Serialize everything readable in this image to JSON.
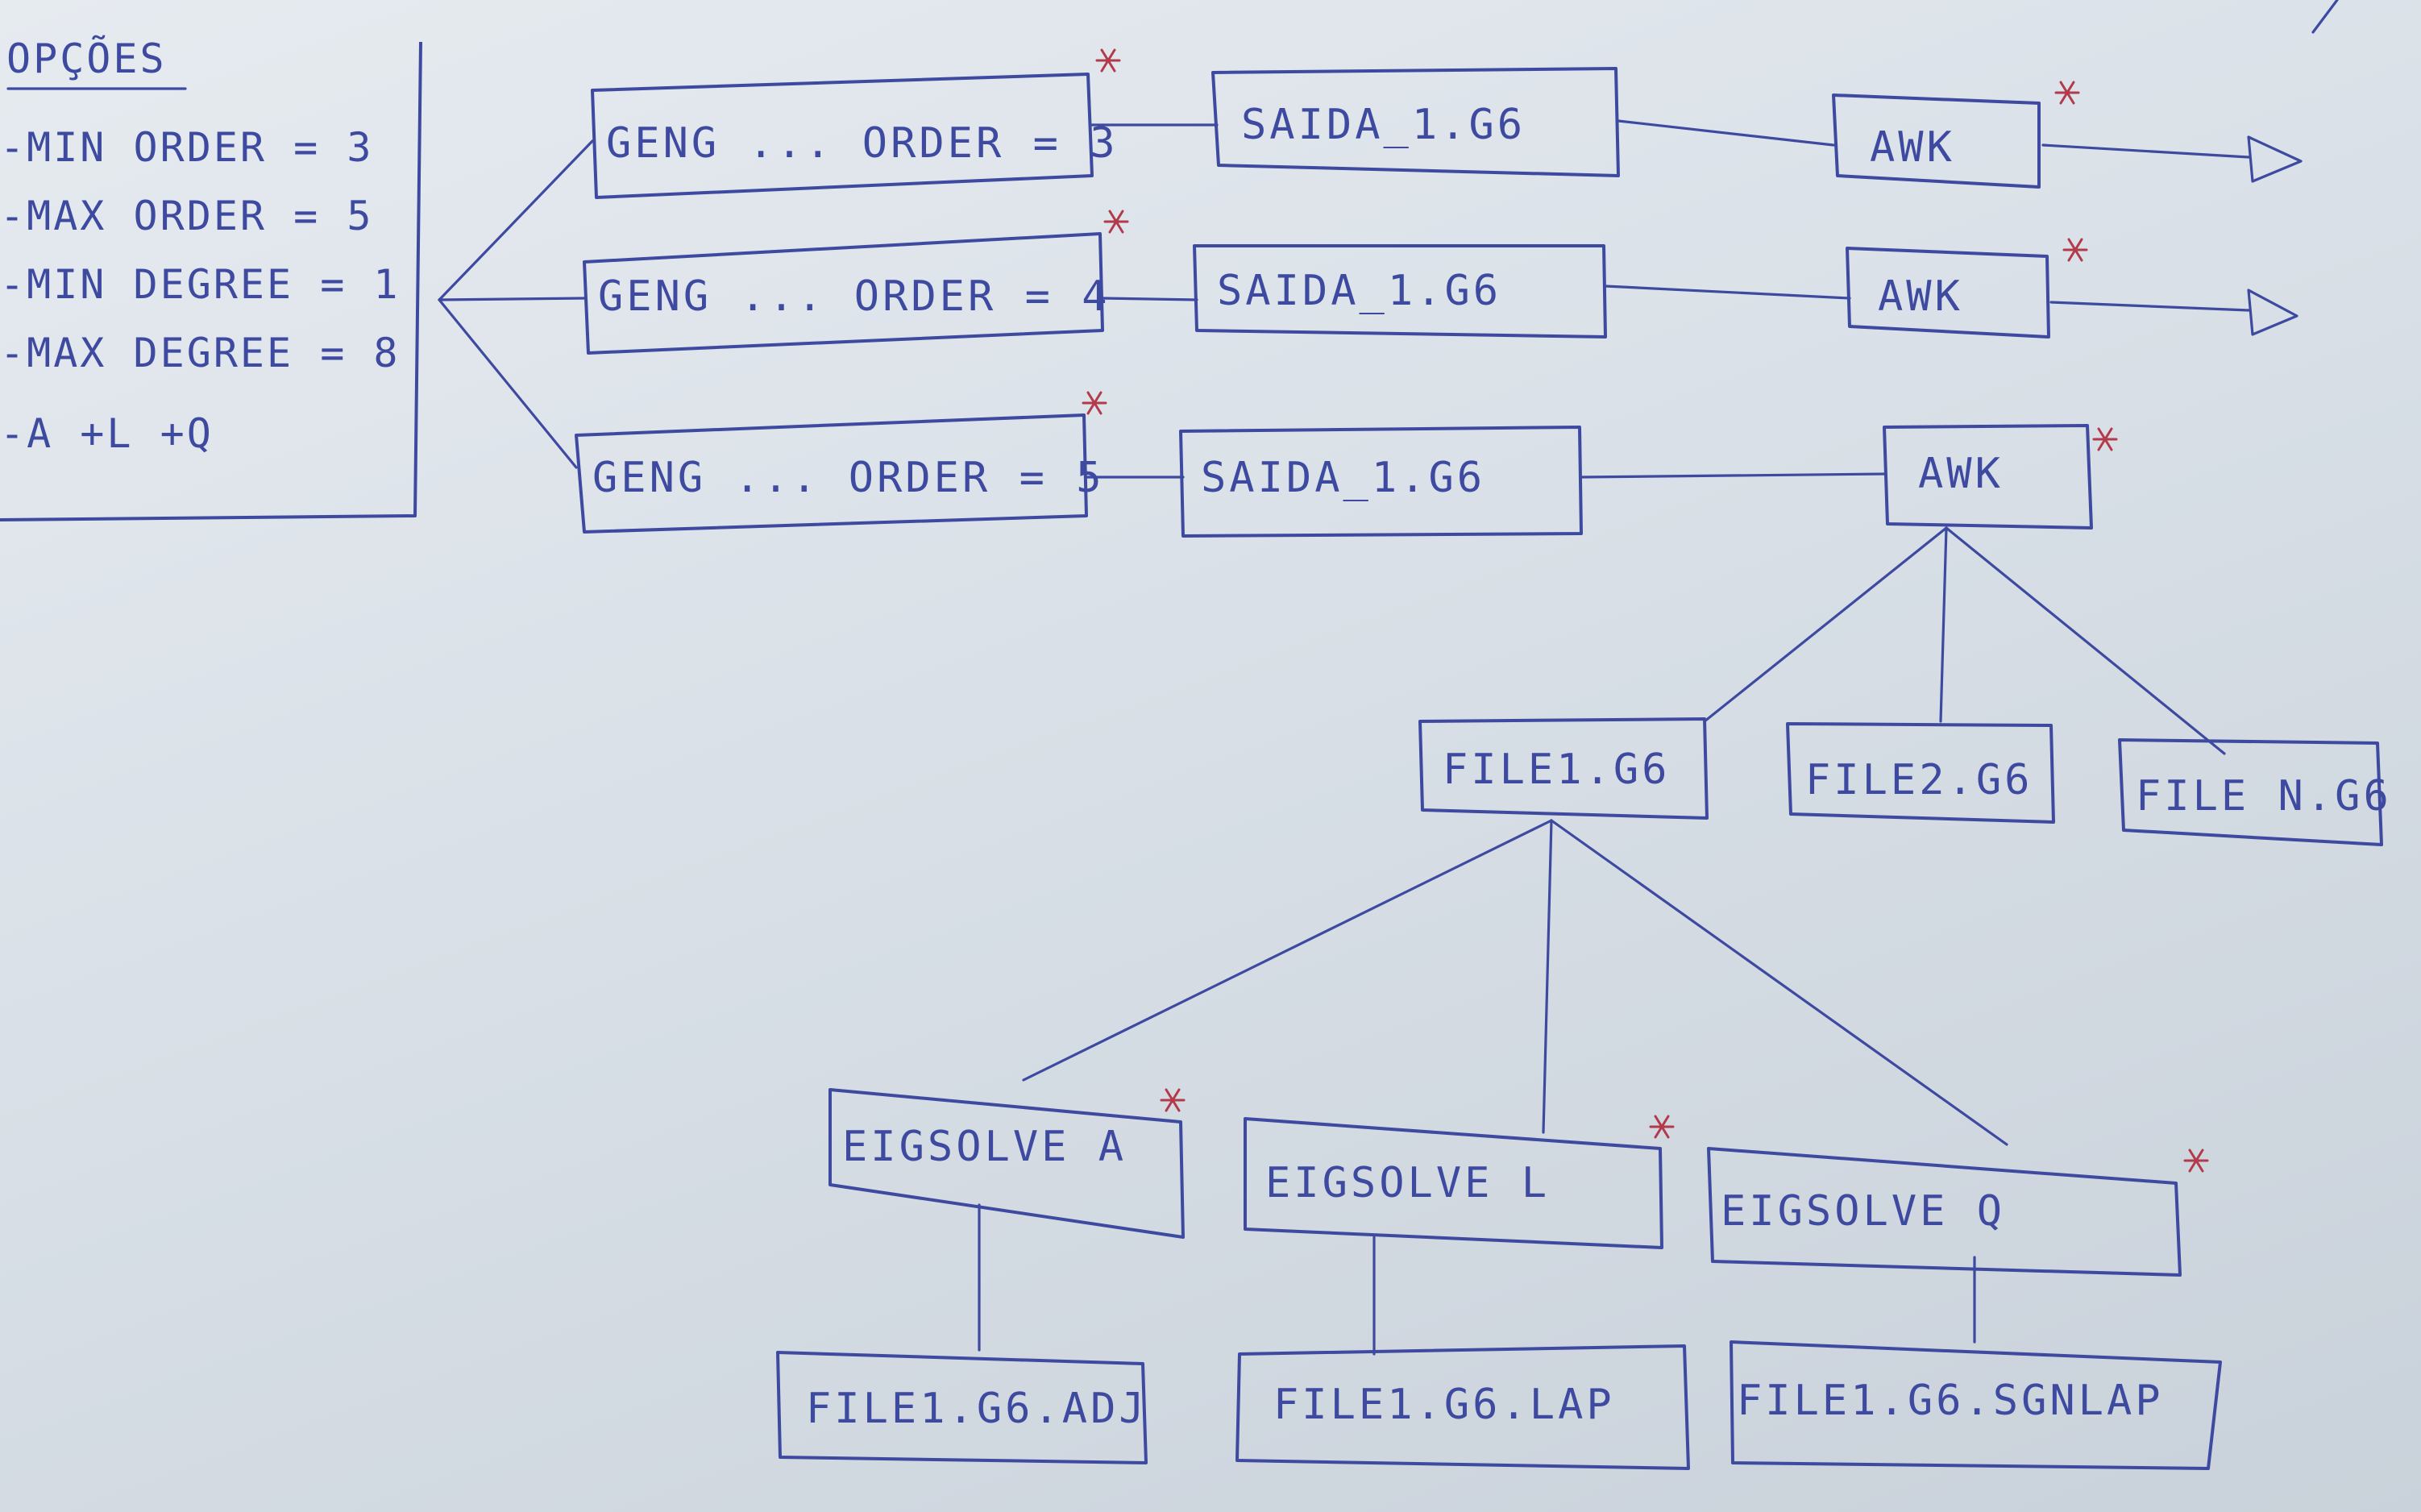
{
  "options": {
    "title": "OPÇÕES",
    "items": [
      "-MIN ORDER = 3",
      "-MAX ORDER = 5",
      "-MIN DEGREE = 1",
      "-MAX DEGREE = 8",
      "-A +L +Q"
    ]
  },
  "pipeline": {
    "rows": [
      {
        "geng": "GENG ... ORDER = 3",
        "saida": "SAIDA_1.G6",
        "awk": "AWK"
      },
      {
        "geng": "GENG ... ORDER = 4",
        "saida": "SAIDA_1.G6",
        "awk": "AWK"
      },
      {
        "geng": "GENG ... ORDER = 5",
        "saida": "SAIDA_1.G6",
        "awk": "AWK"
      }
    ]
  },
  "files": [
    "FILE1.G6",
    "FILE2.G6",
    "FILE N.G6"
  ],
  "solvers": [
    "EIGSOLVE A",
    "EIGSOLVE L",
    "EIGSOLVE Q"
  ],
  "outputs": [
    "FILE1.G6.ADJ",
    "FILE1.G6.LAP",
    "FILE1.G6.SGNLAP"
  ],
  "colors": {
    "ink": "#3d4aa0",
    "marker_star": "#b23a4a",
    "board": "#dde3e9"
  }
}
